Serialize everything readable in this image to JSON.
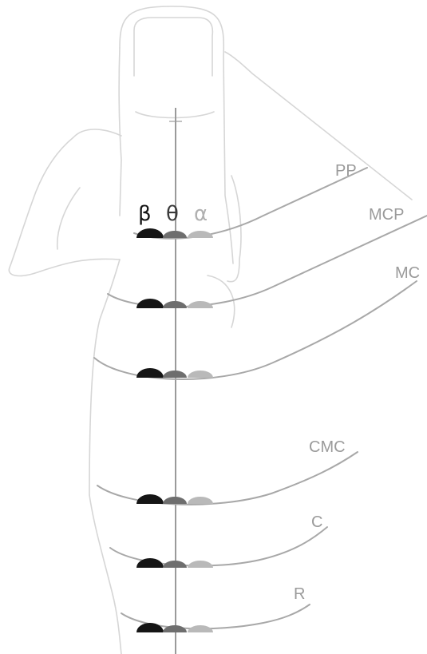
{
  "colors": {
    "beta": "#151515",
    "theta": "#6e6e6e",
    "alpha": "#b9b9b9",
    "outline": "#d6d6d6",
    "section_line": "#a8a8a8",
    "label": "#9a9a9a"
  },
  "legend": {
    "beta": "β",
    "theta": "θ",
    "alpha": "α"
  },
  "levels": [
    {
      "id": "pp",
      "label": "PP"
    },
    {
      "id": "mcp",
      "label": "MCP"
    },
    {
      "id": "mc",
      "label": "MC"
    },
    {
      "id": "cmc",
      "label": "CMC"
    },
    {
      "id": "c",
      "label": "C"
    },
    {
      "id": "r",
      "label": "R"
    }
  ]
}
